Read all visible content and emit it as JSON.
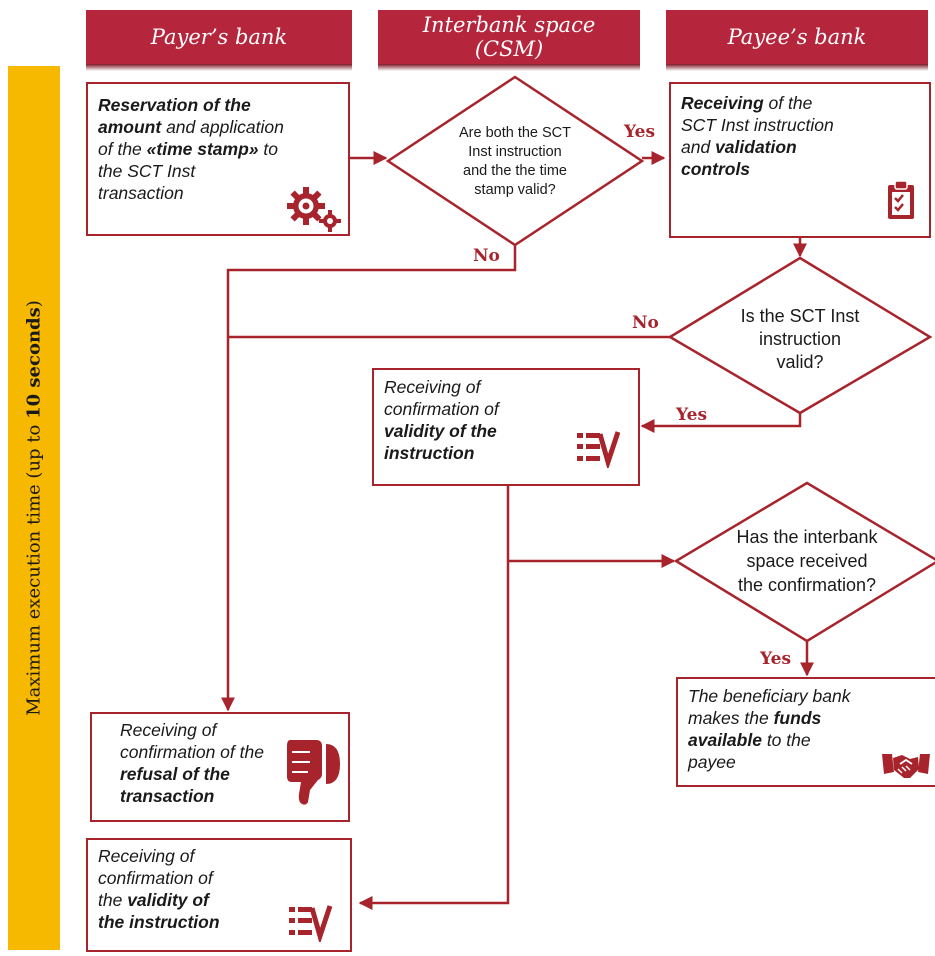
{
  "headers": {
    "payer": "Payer’s bank",
    "csm_line1": "Interbank space",
    "csm_line2": "(CSM)",
    "payee": "Payee’s bank"
  },
  "sidebar": {
    "pre": "Maximum execution time (up to ",
    "bold": "10 seconds",
    "post": ")"
  },
  "boxes": {
    "reservation": {
      "b1": "Reservation of the",
      "b2": "amount",
      "t2": " and application",
      "t3a": "of the ",
      "b3": "«time stamp»",
      "t3b": " to",
      "t4": "the SCT Inst",
      "t5": "transaction"
    },
    "receiving_instruction": {
      "b1": "Receiving",
      "t1": " of the",
      "t2": "SCT Inst instruction",
      "t3": "and ",
      "b3": "validation",
      "b4": "controls"
    },
    "confirmation_validity_mid": {
      "t1": "Receiving of",
      "t2": "confirmation of",
      "b3": "validity of the",
      "b4": "instruction"
    },
    "funds_available": {
      "t1": "The beneficiary bank",
      "t2": "makes the ",
      "b2": "funds",
      "b3": "available",
      "t3": " to the",
      "t4": "payee"
    },
    "refusal": {
      "t1": "Receiving of",
      "t2": "confirmation of the",
      "b3": "refusal of the",
      "b4": "transaction"
    },
    "confirmation_validity_bottom": {
      "t1": "Receiving of",
      "t2": "confirmation of",
      "t3": "the ",
      "b3": "validity of",
      "b4": "the instruction"
    }
  },
  "decisions": {
    "csm_check": [
      "Are both the SCT",
      "Inst instruction",
      "and the the time",
      "stamp valid?"
    ],
    "payee_check": [
      "Is the SCT Inst",
      "instruction",
      "valid?"
    ],
    "confirmation_check": [
      "Has the interbank",
      "space received",
      "the confirmation?"
    ]
  },
  "labels": {
    "yes_top": "Yes",
    "no_top": "No",
    "no_mid": "No",
    "yes_mid": "Yes",
    "yes_bottom": "Yes"
  },
  "icons": [
    "gears-icon",
    "clipboard-check-icon",
    "checklist-icon",
    "thumbs-down-icon",
    "handshake-icon",
    "checklist-icon"
  ],
  "colors": {
    "header": "#b5253c",
    "accent": "#a8242c",
    "sidebar": "#f7b800"
  }
}
